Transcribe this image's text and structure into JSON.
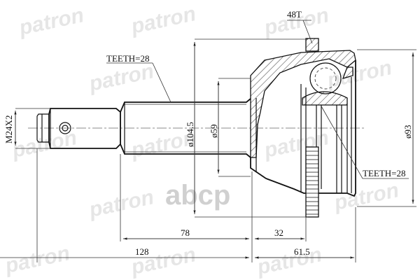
{
  "drawing": {
    "title": "CV joint outer (drive shaft end) technical drawing",
    "brand_watermark": "patron",
    "site_watermark": "abcp",
    "colors": {
      "line": "#111111",
      "watermark": "#e6e6e6",
      "site_watermark": "#d0d0d0",
      "background": "#ffffff"
    },
    "labels": {
      "thread": "M24X2",
      "shaft_teeth": "TEETH=28",
      "abs_ring": "48T",
      "inner_teeth": "TEETH=28",
      "dia_seal": "ø104.5",
      "dia_shaft": "ø59",
      "dia_outer": "ø93"
    },
    "dimensions": {
      "overall_shaft": "128",
      "shaft_to_body": "78",
      "body_to_abs": "32",
      "body_length": "61.5"
    }
  }
}
